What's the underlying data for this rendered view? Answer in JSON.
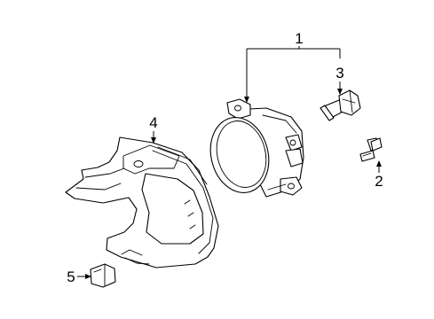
{
  "callouts": {
    "c1": "1",
    "c2": "2",
    "c3": "3",
    "c4": "4",
    "c5": "5"
  },
  "parts": [
    {
      "callout": "1",
      "icon": "fog-lamp-assembly"
    },
    {
      "callout": "2",
      "icon": "screw"
    },
    {
      "callout": "3",
      "icon": "bulb"
    },
    {
      "callout": "4",
      "icon": "mounting-bracket"
    },
    {
      "callout": "5",
      "icon": "clip"
    }
  ],
  "colors": {
    "line": "#000000",
    "background": "#ffffff"
  }
}
